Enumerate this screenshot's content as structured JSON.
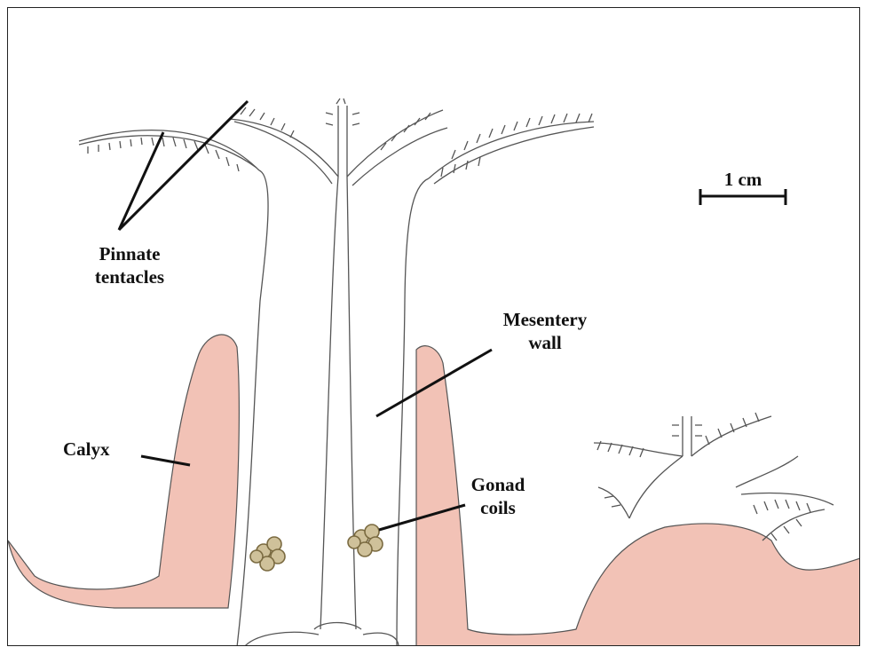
{
  "labels": {
    "pinnate_line1": "Pinnate",
    "pinnate_line2": "tentacles",
    "mesentery_line1": "Mesentery",
    "mesentery_line2": "wall",
    "calyx": "Calyx",
    "gonad_line1": "Gonad",
    "gonad_line2": "coils",
    "scale": "1 cm"
  },
  "colors": {
    "tissue": "#f2c2b6",
    "outline": "#555555",
    "gonad": "#a89a70",
    "ink": "#111111"
  }
}
